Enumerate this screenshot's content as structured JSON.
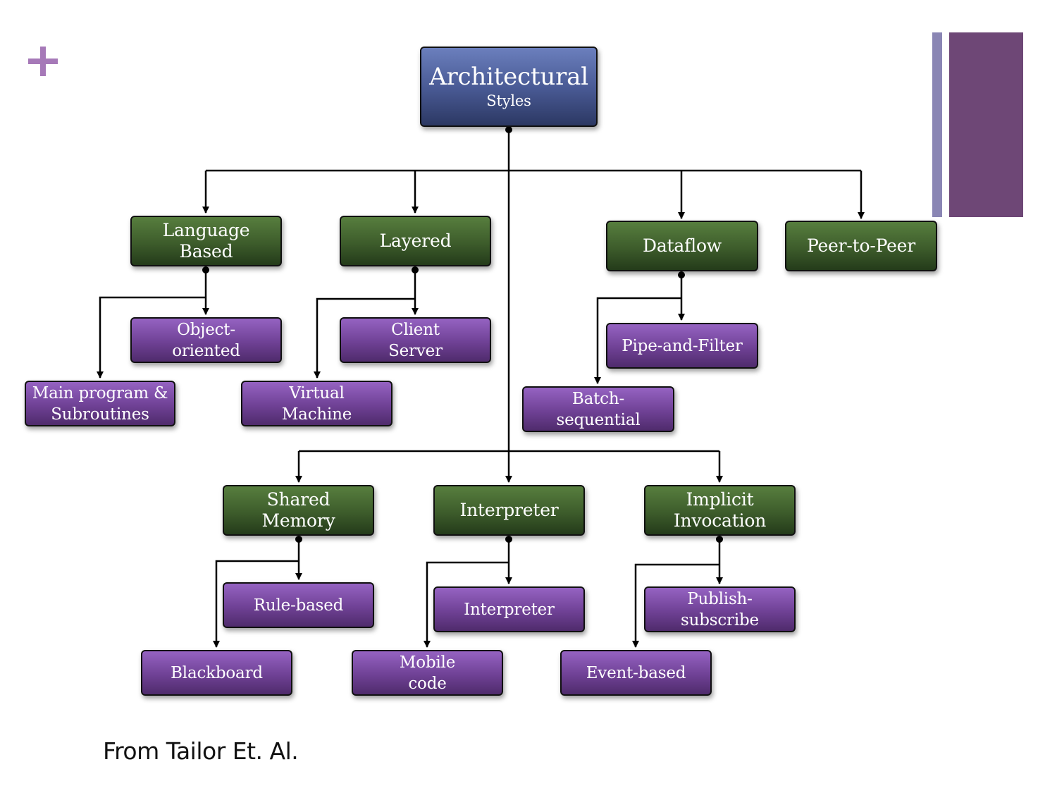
{
  "root": {
    "title": "Architectural",
    "subtitle": "Styles"
  },
  "categories": {
    "language_based": "Language\nBased",
    "layered": "Layered",
    "dataflow": "Dataflow",
    "peer_to_peer": "Peer-to-Peer",
    "shared_memory": "Shared\nMemory",
    "interpreter": "Interpreter",
    "implicit_invocation": "Implicit\nInvocation"
  },
  "styles": {
    "object_oriented": "Object-\noriented",
    "main_program": "Main program &\nSubroutines",
    "client_server": "Client\nServer",
    "virtual_machine": "Virtual\nMachine",
    "pipe_and_filter": "Pipe-and-Filter",
    "batch_sequential": "Batch-\nsequential",
    "rule_based": "Rule-based",
    "blackboard": "Blackboard",
    "interpreter": "Interpreter",
    "mobile_code": "Mobile\ncode",
    "publish_subscribe": "Publish-\nsubscribe",
    "event_based": "Event-based"
  },
  "footer": "From Tailor Et. Al.",
  "colors": {
    "root_fill": "#4a5b96",
    "category_fill": "#3d5c2b",
    "style_fill": "#6f4195",
    "plus_accent": "#a679b8",
    "bar_light": "#8a86b4",
    "bar_dark": "#6e4776"
  },
  "icons": {
    "corner_mark": "plus-icon"
  }
}
